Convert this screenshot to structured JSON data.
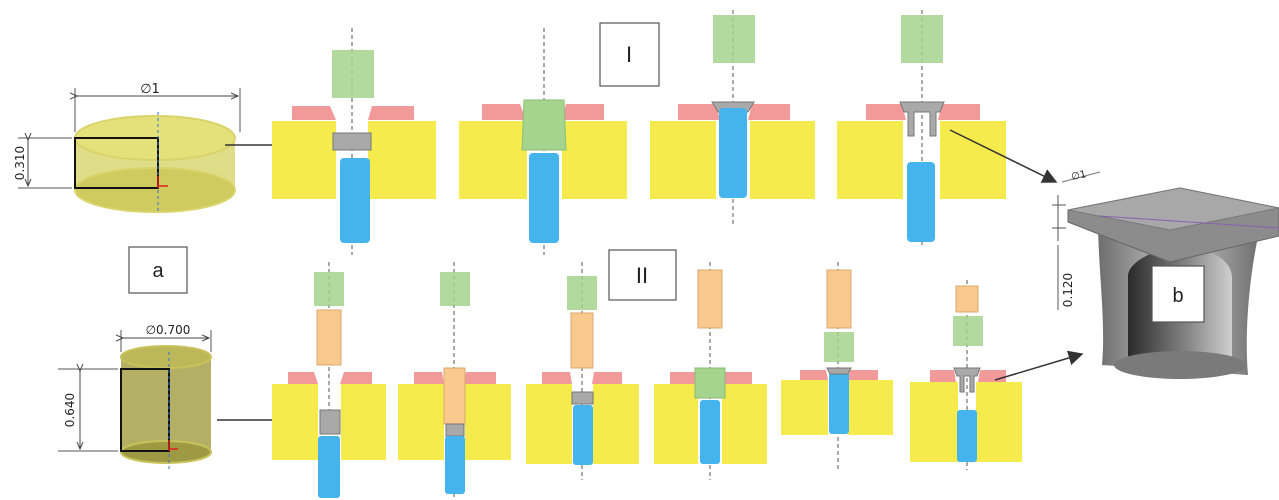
{
  "labels": {
    "stage_one": "I",
    "stage_two": "II",
    "blank_a": "a",
    "part_b": "b"
  },
  "dimensions": {
    "blank_one_diameter": "∅1",
    "blank_one_height": "0.310",
    "blank_two_diameter": "∅0.700",
    "blank_two_height": "0.640",
    "part_diameter": "∅1",
    "part_wall": "0.120"
  },
  "colors": {
    "die": "#f6eb4c",
    "holder": "#f29a9a",
    "punch": "#a5d48e",
    "ejector": "#45b4ec",
    "intermediate": "#f9c98e",
    "workpiece": "#a9a9a9",
    "blank": "#c7c25a",
    "part": "#9a9a9a"
  }
}
